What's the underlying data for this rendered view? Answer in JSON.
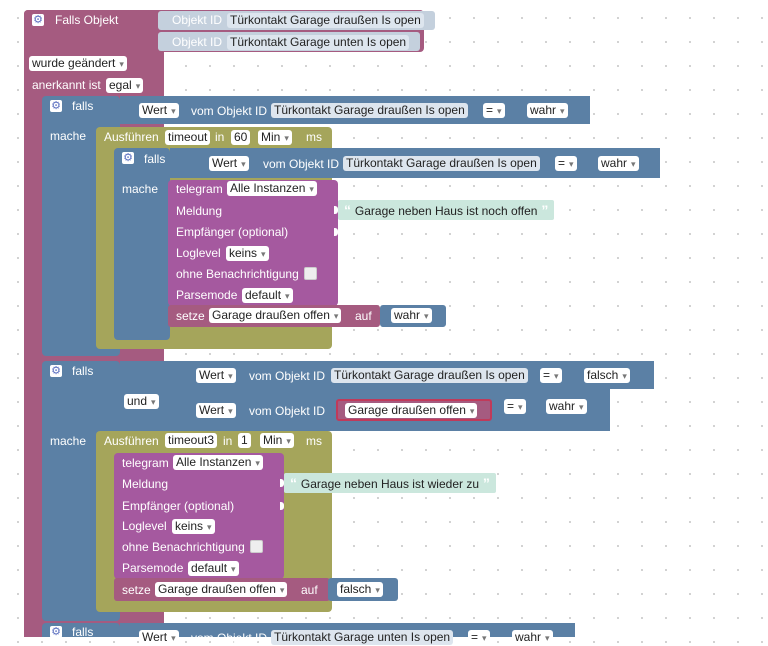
{
  "event": {
    "label": "Falls Objekt",
    "oid_label_1": "Objekt ID",
    "oid_value_1": "Türkontakt Garage draußen Is open",
    "oid_label_2": "Objekt ID",
    "oid_value_2": "Türkontakt Garage unten Is open",
    "condition_value": "wurde geändert",
    "ack_label": "anerkannt ist",
    "ack_value": "egal"
  },
  "if1": {
    "falls": "falls",
    "mache": "mache",
    "wert": "Wert",
    "vom_objekt": "vom Objekt ID",
    "object": "Türkontakt Garage draußen Is open",
    "op": "=",
    "value": "wahr",
    "timeout": {
      "label": "Ausführen",
      "name": "timeout",
      "in": "in",
      "amount": "60",
      "unit": "Min",
      "ms": "ms"
    },
    "inner_if": {
      "falls": "falls",
      "mache": "mache",
      "wert": "Wert",
      "vom_objekt": "vom Objekt ID",
      "object": "Türkontakt Garage draußen Is open",
      "op": "=",
      "value": "wahr"
    },
    "telegram": {
      "label": "telegram",
      "instance": "Alle Instanzen",
      "meldung": "Meldung",
      "message": "Garage neben Haus ist noch offen",
      "empfaenger": "Empfänger (optional)",
      "loglevel": "Loglevel",
      "loglevel_value": "keins",
      "ohne": "ohne Benachrichtigung",
      "parsemode": "Parsemode",
      "parsemode_value": "default"
    },
    "setze": {
      "label": "setze",
      "variable": "Garage draußen offen",
      "auf": "auf",
      "value": "wahr"
    }
  },
  "if2": {
    "falls": "falls",
    "und": "und",
    "mache": "mache",
    "cond1": {
      "wert": "Wert",
      "vom_objekt": "vom Objekt ID",
      "object": "Türkontakt Garage draußen Is open",
      "op": "=",
      "value": "falsch"
    },
    "cond2": {
      "wert": "Wert",
      "vom_objekt": "vom Objekt ID",
      "object": "Garage draußen offen",
      "op": "=",
      "value": "wahr"
    },
    "timeout": {
      "label": "Ausführen",
      "name": "timeout3",
      "in": "in",
      "amount": "1",
      "unit": "Min",
      "ms": "ms"
    },
    "telegram": {
      "label": "telegram",
      "instance": "Alle Instanzen",
      "meldung": "Meldung",
      "message": "Garage neben Haus ist wieder zu",
      "empfaenger": "Empfänger (optional)",
      "loglevel": "Loglevel",
      "loglevel_value": "keins",
      "ohne": "ohne Benachrichtigung",
      "parsemode": "Parsemode",
      "parsemode_value": "default"
    },
    "setze": {
      "label": "setze",
      "variable": "Garage draußen offen",
      "auf": "auf",
      "value": "falsch"
    }
  },
  "if3": {
    "falls": "falls",
    "wert": "Wert",
    "vom_objekt": "vom Objekt ID",
    "object": "Türkontakt Garage unten Is open",
    "op": "=",
    "value": "wahr"
  },
  "colors": {
    "event": "#A55B80",
    "logic": "#5B80A5",
    "timeout": "#A5A55B",
    "telegram": "#A5599F",
    "text": "#CBE7DD"
  }
}
